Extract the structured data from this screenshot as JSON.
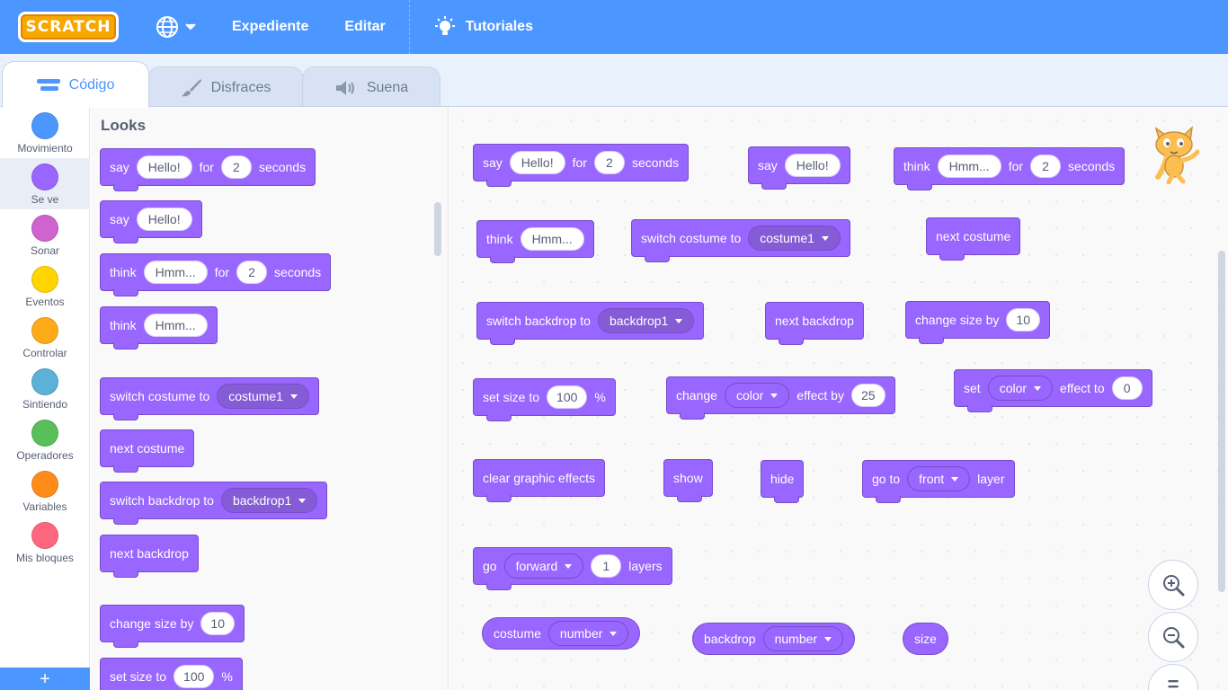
{
  "menubar": {
    "logo_text": "SCRATCH",
    "items": [
      "Expediente",
      "Editar"
    ],
    "tutorials": "Tutoriales"
  },
  "tabs": [
    "Código",
    "Disfraces",
    "Suena"
  ],
  "categories": [
    {
      "label": "Movimiento",
      "color": "#4c97ff"
    },
    {
      "label": "Se ve",
      "color": "#9966ff"
    },
    {
      "label": "Sonar",
      "color": "#cf63cf"
    },
    {
      "label": "Eventos",
      "color": "#ffd500"
    },
    {
      "label": "Controlar",
      "color": "#ffab19"
    },
    {
      "label": "Sintiendo",
      "color": "#5cb1d6"
    },
    {
      "label": "Operadores",
      "color": "#59c059"
    },
    {
      "label": "Variables",
      "color": "#ff8c1a"
    },
    {
      "label": "Mis bloques",
      "color": "#ff6680"
    }
  ],
  "flyout": {
    "title": "Looks",
    "blocks": {
      "say_for": {
        "say": "say",
        "msg": "Hello!",
        "for": "for",
        "secs": "2",
        "seconds": "seconds"
      },
      "say": {
        "say": "say",
        "msg": "Hello!"
      },
      "think_for": {
        "think": "think",
        "msg": "Hmm...",
        "for": "for",
        "secs": "2",
        "seconds": "seconds"
      },
      "think": {
        "think": "think",
        "msg": "Hmm..."
      },
      "switch_costume": {
        "label": "switch costume to",
        "value": "costume1"
      },
      "next_costume": "next costume",
      "switch_backdrop": {
        "label": "switch backdrop to",
        "value": "backdrop1"
      },
      "next_backdrop": "next backdrop",
      "change_size": {
        "label": "change size by",
        "value": "10"
      },
      "set_size": {
        "label": "set size to",
        "value": "100",
        "unit": "%"
      }
    }
  },
  "script": {
    "say_for": {
      "say": "say",
      "msg": "Hello!",
      "for": "for",
      "secs": "2",
      "seconds": "seconds"
    },
    "say": {
      "say": "say",
      "msg": "Hello!"
    },
    "think_for": {
      "think": "think",
      "msg": "Hmm...",
      "for": "for",
      "secs": "2",
      "seconds": "seconds"
    },
    "think": {
      "think": "think",
      "msg": "Hmm..."
    },
    "switch_costume": {
      "label": "switch costume to",
      "value": "costume1"
    },
    "next_costume": "next costume",
    "switch_backdrop": {
      "label": "switch backdrop to",
      "value": "backdrop1"
    },
    "next_backdrop": "next backdrop",
    "change_size": {
      "label": "change size by",
      "value": "10"
    },
    "set_size": {
      "label": "set size to",
      "value": "100",
      "unit": "%"
    },
    "change_effect": {
      "change": "change",
      "effect": "color",
      "by": "effect by",
      "value": "25"
    },
    "set_effect": {
      "set": "set",
      "effect": "color",
      "to": "effect to",
      "value": "0"
    },
    "clear_effects": "clear graphic effects",
    "show": "show",
    "hide": "hide",
    "go_to_layer": {
      "go_to": "go to",
      "value": "front",
      "layer": "layer"
    },
    "go_layers": {
      "go": "go",
      "dir": "forward",
      "value": "1",
      "layers": "layers"
    },
    "costume_reporter": {
      "label": "costume",
      "value": "number"
    },
    "backdrop_reporter": {
      "label": "backdrop",
      "value": "number"
    },
    "size_reporter": "size"
  },
  "zoom": {
    "in": "zoom-in",
    "out": "zoom-out",
    "reset": "="
  }
}
